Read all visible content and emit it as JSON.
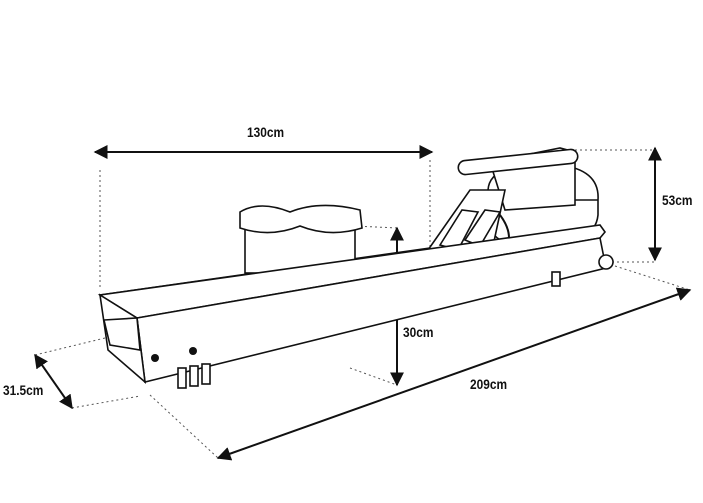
{
  "title": "Rowing machine dimensions",
  "dimensions": {
    "length_top": "130cm",
    "height_rear": "53cm",
    "seat_height": "30cm",
    "width": "31.5cm",
    "total_length": "209cm"
  }
}
